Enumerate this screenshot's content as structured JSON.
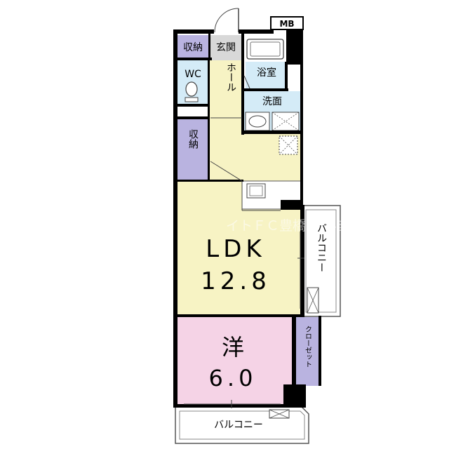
{
  "rooms": {
    "storage_top": "収納",
    "entrance": "玄関",
    "wc": "WC",
    "hall": "ホール",
    "bath": "浴室",
    "washroom": "洗面",
    "storage_side": "収納",
    "ldk_name": "LDK",
    "ldk_size": "12.8",
    "western_name": "洋",
    "western_size": "6.0",
    "closet": "クローゼット",
    "balcony_side": "バルコニー",
    "balcony_bottom": "バルコニー",
    "mb": "MB"
  },
  "watermark": "イトＦＣ豊橋あけぼ",
  "colors": {
    "wall": "#000000",
    "ldk_floor": "#f7f3c4",
    "western_floor": "#f5d3e6",
    "storage": "#b9b3e0",
    "entrance": "#d8d8d8",
    "wet_area": "#d4ebf7",
    "hall_floor": "#f7f3c4"
  }
}
